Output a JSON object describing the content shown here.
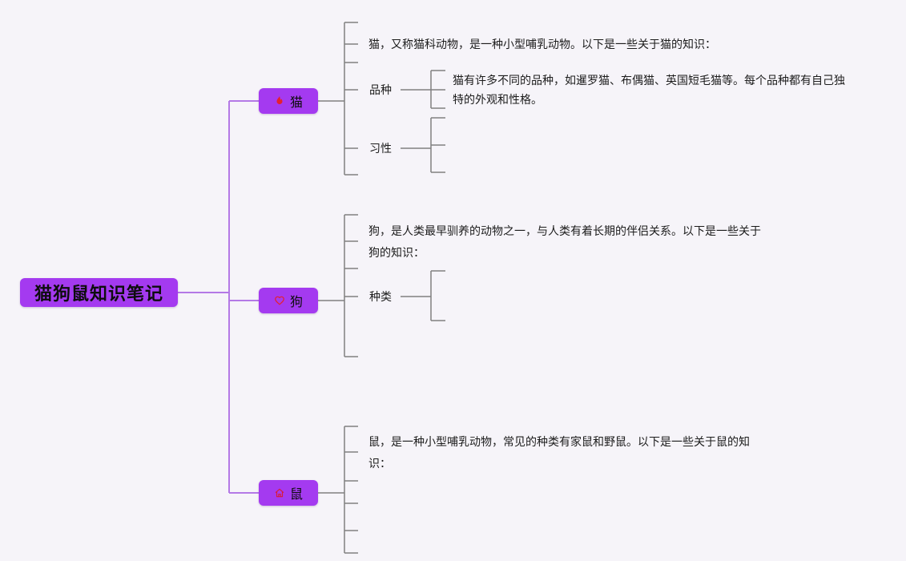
{
  "root": {
    "label": "猫狗鼠知识笔记"
  },
  "branches": {
    "cat": {
      "label": "猫",
      "icon": "flame-icon",
      "intro": "猫，又称猫科动物，是一种小型哺乳动物。以下是一些关于猫的知识：",
      "children": {
        "breed": {
          "label": "品种",
          "detail": "猫有许多不同的品种，如暹罗猫、布偶猫、英国短毛猫等。每个品种都有自己独特的外观和性格。"
        },
        "habit": {
          "label": "习性"
        }
      }
    },
    "dog": {
      "label": "狗",
      "icon": "heart-icon",
      "intro": "狗，是人类最早驯养的动物之一，与人类有着长期的伴侣关系。以下是一些关于狗的知识：",
      "children": {
        "kind": {
          "label": "种类"
        }
      }
    },
    "mouse": {
      "label": "鼠",
      "icon": "home-icon",
      "intro": "鼠，是一种小型哺乳动物，常见的种类有家鼠和野鼠。以下是一些关于鼠的知识："
    }
  },
  "colors": {
    "canvas_bg": "#f6f4f9",
    "node_purple": "#a43af0",
    "line_purple": "#b479e6",
    "line_gray": "#808080",
    "icon_red": "#e5202e",
    "icon_crimson": "#d61c3c",
    "text_dark": "#1c1c1c"
  }
}
